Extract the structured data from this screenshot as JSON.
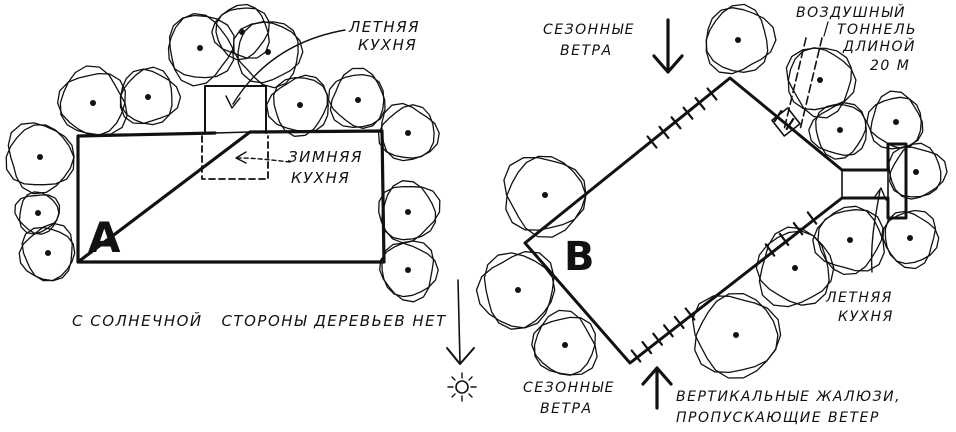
{
  "plan_a": {
    "letter": "A",
    "summer_kitchen": [
      "ЛЕТНЯЯ",
      "КУХНЯ"
    ],
    "winter_kitchen": [
      "ЗИМНЯЯ",
      "КУХНЯ"
    ],
    "note": "С СОЛНЕЧНОЙ   СТОРОНЫ ДЕРЕВЬЕВ НЕТ"
  },
  "plan_b": {
    "letter": "B",
    "seasonal_winds_top": [
      "СЕЗОННЫЕ",
      "ВЕТРА"
    ],
    "seasonal_winds_bottom": [
      "СЕЗОННЫЕ",
      "ВЕТРА"
    ],
    "air_tunnel": [
      "ВОЗДУШНЫЙ",
      "ТОННЕЛЬ",
      "ДЛИНОЙ",
      "20 М"
    ],
    "summer_kitchen": [
      "ЛЕТНЯЯ",
      "КУХНЯ"
    ],
    "louvers": [
      "ВЕРТИКАЛЬНЫЕ ЖАЛЮЗИ,",
      "ПРОПУСКАЮЩИЕ ВЕТЕР"
    ]
  },
  "colors": {
    "ink": "#111111",
    "paper": "#ffffff"
  }
}
